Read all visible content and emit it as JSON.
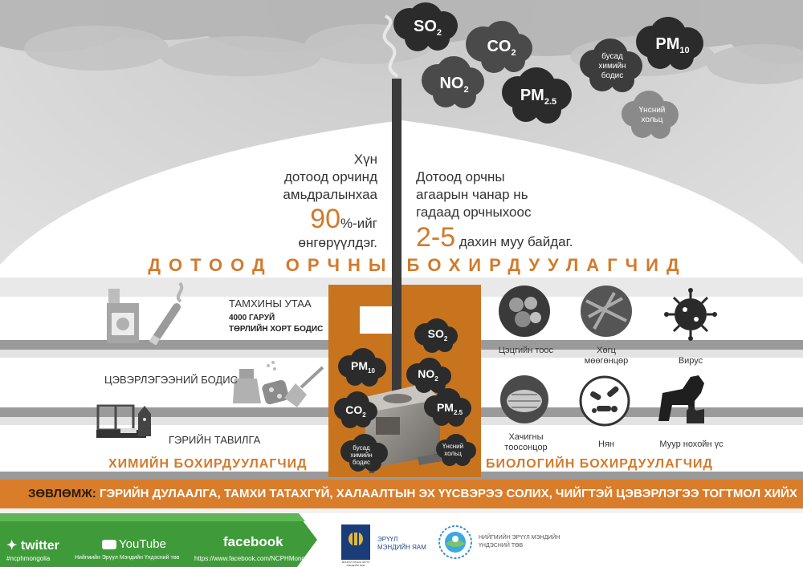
{
  "sky_clouds": [
    {
      "name": "so2",
      "main": "SO",
      "sub": "2"
    },
    {
      "name": "co2",
      "main": "CO",
      "sub": "2"
    },
    {
      "name": "no2",
      "main": "NO",
      "sub": "2"
    },
    {
      "name": "pm25",
      "main": "PM",
      "sub": "2.5"
    },
    {
      "name": "pm10",
      "main": "PM",
      "sub": "10"
    },
    {
      "name": "other",
      "text": "бусад химийн бодис"
    },
    {
      "name": "ash",
      "text": "Үнсний хольц"
    }
  ],
  "stat_left": {
    "line1": "Хүн",
    "line2": "дотоод орчинд",
    "line3": "амьдралынхаа",
    "number": "90",
    "suffix": "%-ийг",
    "line5": "өнгөрүүлдэг."
  },
  "stat_right": {
    "line1": "Дотоод орчны",
    "line2": "агаарын чанар нь",
    "line3": "гадаад орчныхоос",
    "number": "2-5",
    "suffix": "дахин муу байдаг."
  },
  "title": "ДОТООД ОРЧНЫ БОХИРДУУЛАГЧИД",
  "chemical": {
    "tobacco_title": "ТАМХИНЫ УТАА",
    "tobacco_sub1": "4000 ГАРУЙ",
    "tobacco_sub2": "ТӨРЛИЙН ХОРТ БОДИС",
    "cleaning": "ЦЭВЭРЛЭГЭЭНИЙ БОДИС",
    "furniture": "ГЭРИЙН ТАВИЛГА",
    "heading": "ХИМИЙН БОХИРДУУЛАГЧИД"
  },
  "stove_clouds": [
    {
      "name": "so2",
      "main": "SO",
      "sub": "2"
    },
    {
      "name": "pm10",
      "main": "PM",
      "sub": "10"
    },
    {
      "name": "no2",
      "main": "NO",
      "sub": "2"
    },
    {
      "name": "co2",
      "main": "CO",
      "sub": "2"
    },
    {
      "name": "pm25",
      "main": "PM",
      "sub": "2.5"
    },
    {
      "name": "other",
      "text": "бусад химийн бодис"
    },
    {
      "name": "ash",
      "text": "Үнсний хольц"
    }
  ],
  "biological": {
    "items": [
      {
        "label": "Цэцгийн тоос"
      },
      {
        "label": "Хөгц мөөгөнцөр"
      },
      {
        "label": "Вирус"
      },
      {
        "label": "Хачигны тоосонцор"
      },
      {
        "label": "Нян"
      },
      {
        "label": "Муур нохойн үс"
      }
    ],
    "heading": "БИОЛОГИЙН БОХИРДУУЛАГЧИД"
  },
  "banner": {
    "label": "ЗӨВЛӨМЖ:",
    "text": "ГЭРИЙН ДУЛААЛГА, ТАМХИ ТАТАХГҮЙ, ХАЛААЛТЫН ЭХ ҮҮСВЭРЭЭ СОЛИХ, ЧИЙГТЭЙ ЦЭВЭРЛЭГЭЭ ТОГТМОЛ ХИЙХ"
  },
  "footer": {
    "twitter": "twitter",
    "twitter_handle": "#ncphmongolia",
    "youtube": "YouTube",
    "youtube_sub": "Нийгмийн Эрүүл Мэндийн Үндэсний төв",
    "facebook": "facebook",
    "facebook_url": "https://www.facebook.com/NCPHMongolia",
    "ministry_small": "МОНГОЛ УЛСЫН ЭРҮҮЛ МЭНДИЙН ЯАМ",
    "ministry1": "ЭРҮҮЛ",
    "ministry2": "МЭНДИЙН ЯАМ",
    "ncph1": "НИЙГМИЙН ЭРҮҮЛ МЭНДИЙН",
    "ncph2": "ҮНДЭСНИЙ ТӨВ"
  }
}
